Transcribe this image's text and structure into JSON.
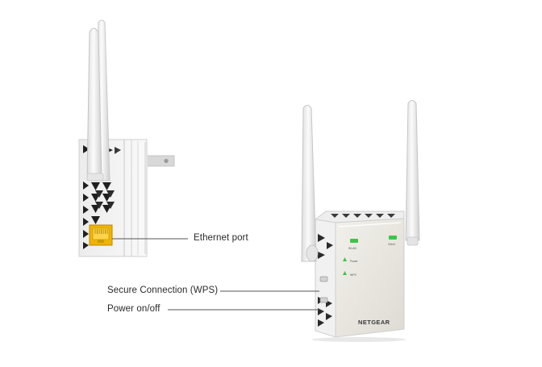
{
  "callouts": {
    "ethernet": "Ethernet port",
    "wps": "Secure Connection (WPS)",
    "power": "Power on/off"
  },
  "device": {
    "brand": "NETGEAR",
    "led_labels": [
      "WLAN",
      "Client",
      "Power",
      "WPS"
    ]
  },
  "colors": {
    "ethernet_port": "#f0b400",
    "led_green": "#3ec44a",
    "front_panel": "#e9e6df",
    "body": "#f4f4f4",
    "leader_line": "#555555"
  }
}
